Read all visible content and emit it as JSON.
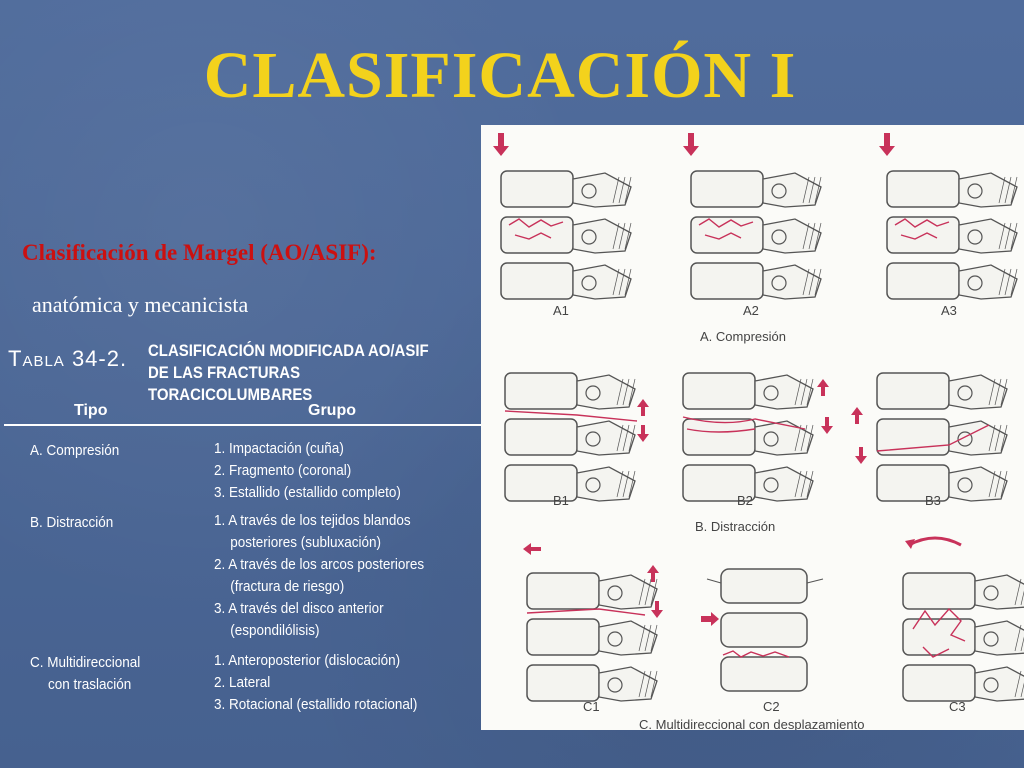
{
  "slide": {
    "title": "CLASIFICACIÓN I",
    "subtitle": "Clasificación de Margel (AO/ASIF):",
    "subtitle2": "anatómica y mecanicista"
  },
  "table": {
    "label_prefix": "T",
    "label_rest": "ABLA",
    "label_num": "34-2.",
    "caption_line1": "CLASIFICACIÓN MODIFICADA AO/ASIF",
    "caption_line2": "DE LAS FRACTURAS TORACICOLUMBARES",
    "col_tipo": "Tipo",
    "col_grupo": "Grupo",
    "rows": [
      {
        "tipo": [
          "A. Compresión"
        ],
        "grupo": [
          "1. Impactación (cuña)",
          "2. Fragmento (coronal)",
          "3. Estallido (estallido completo)"
        ]
      },
      {
        "tipo": [
          "B. Distracción"
        ],
        "grupo": [
          "1. A través de los tejidos blandos",
          "posteriores (subluxación)",
          "2. A través de los arcos posteriores",
          "(fractura de riesgo)",
          "3. A través del disco anterior",
          "(espondilólisis)"
        ]
      },
      {
        "tipo": [
          "C. Multidireccional",
          "con traslación"
        ],
        "grupo": [
          "1. Anteroposterior (dislocación)",
          "2. Lateral",
          "3. Rotacional (estallido rotacional)"
        ]
      }
    ]
  },
  "figure": {
    "labels": [
      "A1",
      "A2",
      "A3",
      "B1",
      "B2",
      "B3",
      "C1",
      "C2",
      "C3"
    ],
    "section_a": "A. Compresión",
    "section_b": "B. Distracción",
    "section_c": "C. Multidireccional con desplazamiento",
    "ink_color": "#555555",
    "fracture_color": "#c8325a"
  }
}
